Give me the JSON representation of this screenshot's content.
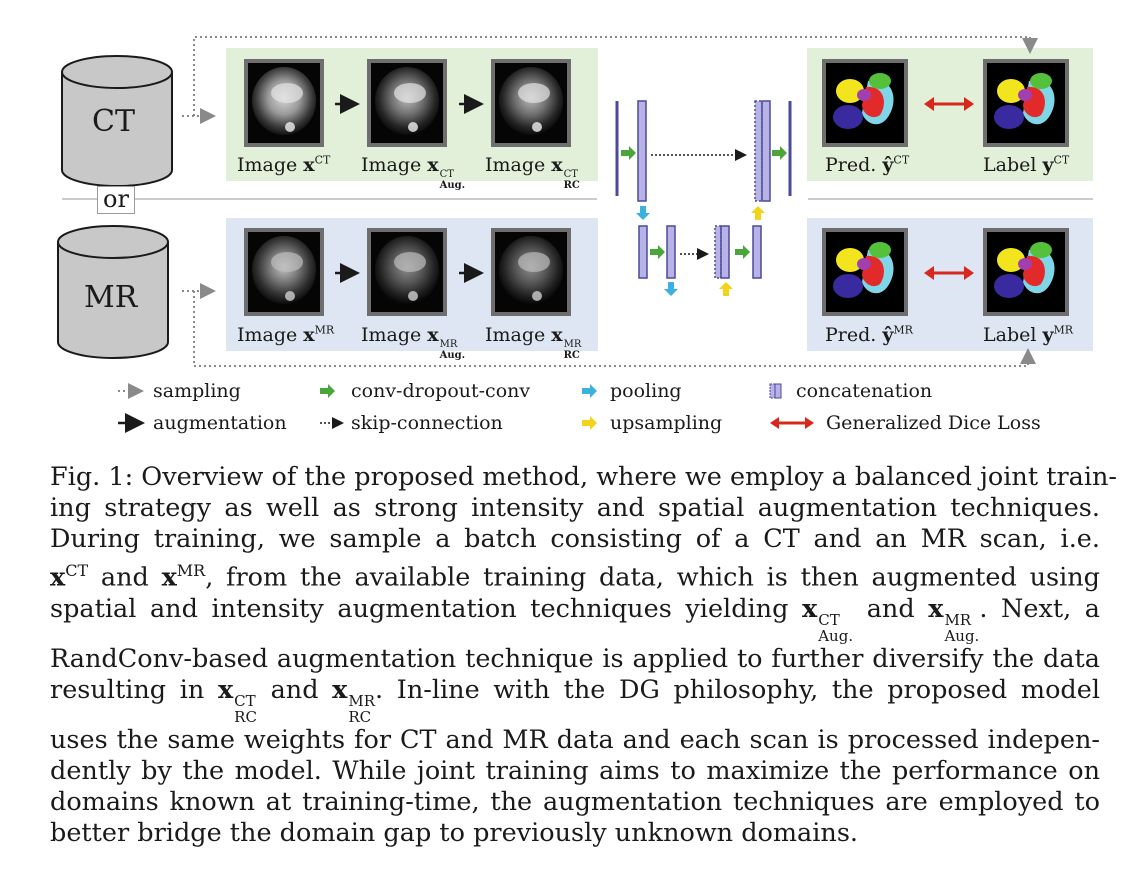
{
  "figure": {
    "cylinders": [
      "CT",
      "MR"
    ],
    "or_label": "or",
    "ct_images": [
      {
        "caption_prefix": "Image ",
        "symbol": "x",
        "sup": "CT",
        "sub": ""
      },
      {
        "caption_prefix": "Image ",
        "symbol": "x",
        "sup": "CT",
        "sub": "Aug."
      },
      {
        "caption_prefix": "Image ",
        "symbol": "x",
        "sup": "CT",
        "sub": "RC"
      }
    ],
    "mr_images": [
      {
        "caption_prefix": "Image ",
        "symbol": "x",
        "sup": "MR",
        "sub": ""
      },
      {
        "caption_prefix": "Image ",
        "symbol": "x",
        "sup": "MR",
        "sub": "Aug."
      },
      {
        "caption_prefix": "Image ",
        "symbol": "x",
        "sup": "MR",
        "sub": "RC"
      }
    ],
    "ct_outputs": [
      {
        "caption_prefix": "Pred. ",
        "symbol": "ŷ",
        "sup": "CT"
      },
      {
        "caption_prefix": "Label ",
        "symbol": "y",
        "sup": "CT"
      }
    ],
    "mr_outputs": [
      {
        "caption_prefix": "Pred. ",
        "symbol": "ŷ",
        "sup": "MR"
      },
      {
        "caption_prefix": "Label ",
        "symbol": "y",
        "sup": "MR"
      }
    ],
    "colors": {
      "ct_panel": "#e2efd9",
      "mr_panel": "#dde6f2",
      "layer": "#b7b3e6",
      "layer_border": "#4a4a9a",
      "green_arrow": "#4aa63a",
      "cyan_arrow": "#3cb1e0",
      "yellow_arrow": "#f2d318",
      "red_arrow": "#d8281e",
      "cylinder": "#c8c8c8"
    }
  },
  "legend": [
    {
      "label": "sampling",
      "icon": "dotted-gray-arrow"
    },
    {
      "label": "conv-dropout-conv",
      "icon": "green-arrow"
    },
    {
      "label": "pooling",
      "icon": "cyan-arrow"
    },
    {
      "label": "concatenation",
      "icon": "concatenation-box"
    },
    {
      "label": "augmentation",
      "icon": "black-arrow"
    },
    {
      "label": "skip-connection",
      "icon": "dotted-black-arrow"
    },
    {
      "label": "upsampling",
      "icon": "yellow-arrow"
    },
    {
      "label": "Generalized Dice Loss",
      "icon": "red-double-arrow"
    }
  ],
  "caption": {
    "lines": [
      "Fig. 1: Overview of the proposed method, where we employ a balanced joint train-",
      "ing strategy as well as strong intensity and spatial augmentation techniques.",
      "During training, we sample a batch consisting of a CT and an MR scan, i.e.",
      "and , from the available training data, which is then augmented using",
      "spatial and intensity augmentation techniques yielding and . Next, a",
      "RandConv-based augmentation technique is applied to further diversify the data",
      "resulting in and . In-line with the DG philosophy, the proposed model",
      "uses the same weights for CT and MR data and each scan is processed indepen-",
      "dently by the model. While joint training aims to maximize the performance on",
      "domains known at training-time, the augmentation techniques are employed to",
      "better bridge the domain gap to previously unknown domains."
    ],
    "line4": {
      "a": " and ",
      "b": ", from the available training data, which is then augmented using"
    },
    "line5": {
      "a": "spatial and intensity augmentation techniques yielding ",
      "b": " and ",
      "c": ". Next, a"
    },
    "line7": {
      "a": "resulting in ",
      "b": " and ",
      "c": ". In-line with the DG philosophy, the proposed model"
    },
    "math": {
      "x": "x",
      "ct": "CT",
      "mr": "MR",
      "aug": "Aug.",
      "rc": "RC"
    }
  }
}
